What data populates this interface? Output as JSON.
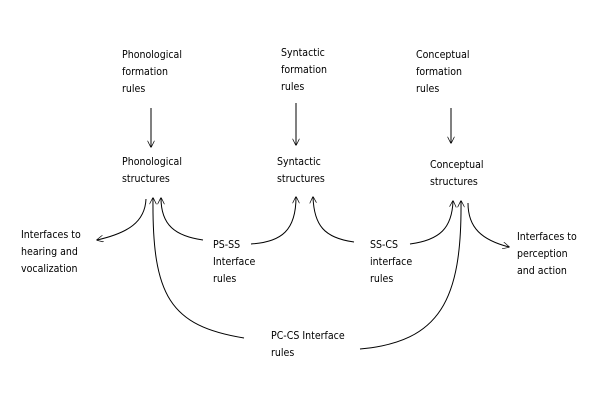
{
  "nodes": {
    "phon_formation": [
      "Phonological",
      "formation",
      "rules"
    ],
    "syn_formation": [
      "Syntactic",
      "formation",
      "rules"
    ],
    "con_formation": [
      "Conceptual",
      "formation",
      "rules"
    ],
    "phon_structures": [
      "Phonological",
      "structures"
    ],
    "syn_structures": [
      "Syntactic",
      "structures"
    ],
    "con_structures": [
      "Conceptual",
      "structures"
    ],
    "hearing_interface": [
      "Interfaces to",
      "hearing and",
      "vocalization"
    ],
    "ps_ss_rules": [
      "PS-SS",
      "Interface",
      "rules"
    ],
    "ss_cs_rules": [
      "SS-CS",
      "interface",
      "rules"
    ],
    "perception_interface": [
      "Interfaces to",
      "perception",
      "and action"
    ],
    "pc_cs_rules": [
      "PC-CS Interface",
      "rules"
    ]
  },
  "colors": {
    "ink": "#000000",
    "background": "#ffffff"
  }
}
